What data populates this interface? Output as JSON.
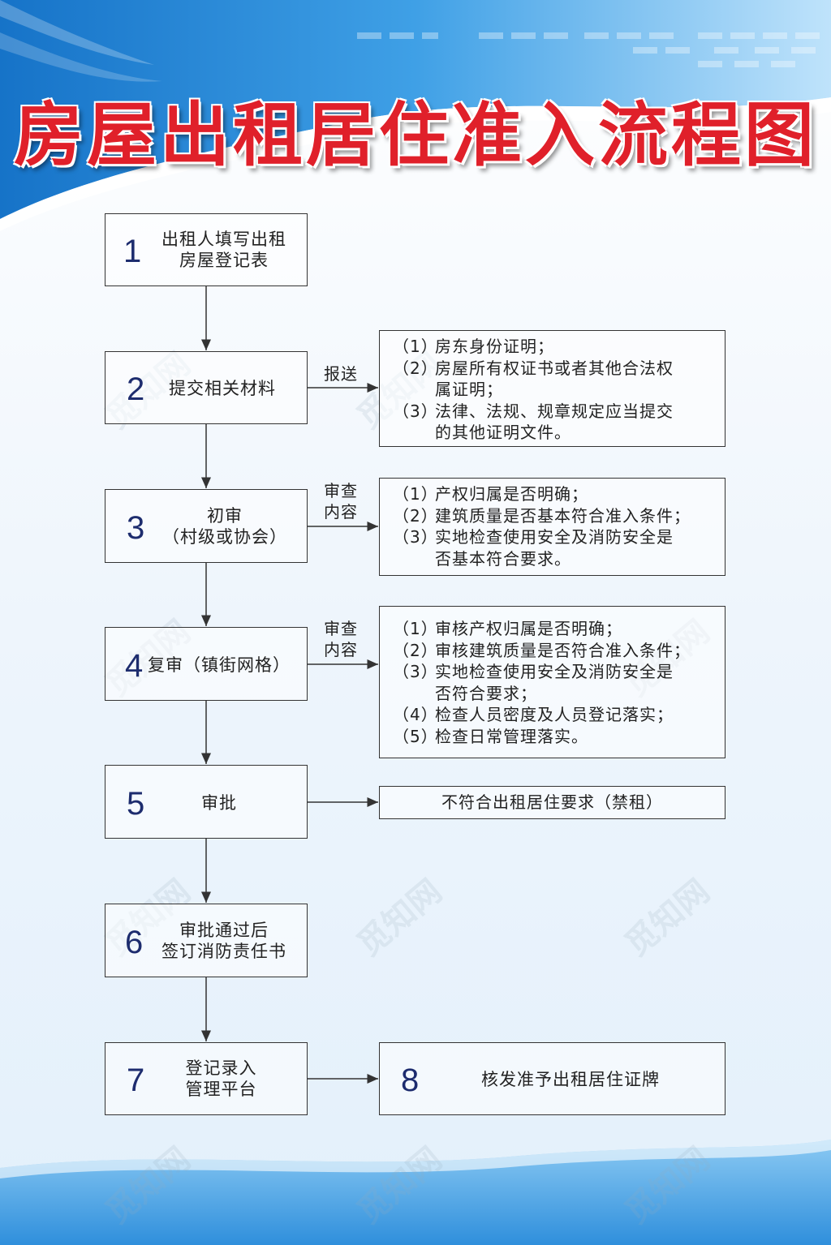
{
  "title": "房屋出租居住准入流程图",
  "colors": {
    "title": "#e0202a",
    "step_number": "#1d2c6e",
    "border": "#333333",
    "bg_blue": "#1e7fd0"
  },
  "steps": [
    {
      "num": "1",
      "text": [
        "出租人填写出租",
        "房屋登记表"
      ]
    },
    {
      "num": "2",
      "text": [
        "提交相关材料"
      ]
    },
    {
      "num": "3",
      "text": [
        "初审",
        "（村级或协会）"
      ]
    },
    {
      "num": "4",
      "text": [
        "复审（镇街网格）"
      ]
    },
    {
      "num": "5",
      "text": [
        "审批"
      ]
    },
    {
      "num": "6",
      "text": [
        "审批通过后",
        "签订消防责任书"
      ]
    },
    {
      "num": "7",
      "text": [
        "登记录入",
        "管理平台"
      ]
    }
  ],
  "arrow_labels": {
    "step2": [
      "报送"
    ],
    "step3": [
      "审查",
      "内容"
    ],
    "step4": [
      "审查",
      "内容"
    ]
  },
  "details": {
    "step2": [
      {
        "mark": "（1）",
        "text": "房东身份证明；"
      },
      {
        "mark": "（2）",
        "text": "房屋所有权证书或者其他合法权"
      },
      {
        "mark": "",
        "text": "属证明；"
      },
      {
        "mark": "（3）",
        "text": "法律、法规、规章规定应当提交"
      },
      {
        "mark": "",
        "text": "的其他证明文件。"
      }
    ],
    "step3": [
      {
        "mark": "（1）",
        "text": "产权归属是否明确；"
      },
      {
        "mark": "（2）",
        "text": "建筑质量是否基本符合准入条件；"
      },
      {
        "mark": "（3）",
        "text": "实地检查使用安全及消防安全是"
      },
      {
        "mark": "",
        "text": "否基本符合要求。"
      }
    ],
    "step4": [
      {
        "mark": "（1）",
        "text": "审核产权归属是否明确；"
      },
      {
        "mark": "（2）",
        "text": "审核建筑质量是否符合准入条件；"
      },
      {
        "mark": "（3）",
        "text": "实地检查使用安全及消防安全是"
      },
      {
        "mark": "",
        "text": "否符合要求；"
      },
      {
        "mark": "（4）",
        "text": "检查人员密度及人员登记落实；"
      },
      {
        "mark": "（5）",
        "text": "检查日常管理落实。"
      }
    ],
    "step5": "不符合出租居住要求（禁租）"
  },
  "step8": {
    "num": "8",
    "text": "核发准予出租居住证牌"
  },
  "watermark": "觅知网"
}
